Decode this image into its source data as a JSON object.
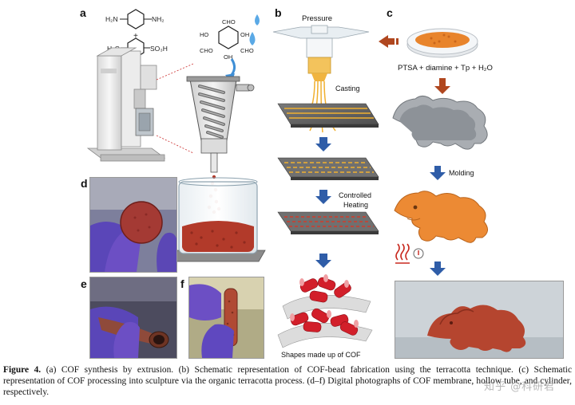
{
  "panels": {
    "a": "a",
    "b": "b",
    "c": "c",
    "d": "d",
    "e": "e",
    "f": "f"
  },
  "chem": {
    "amine_left": "H₂N",
    "amine_right": "NH₂",
    "plus": "+",
    "methyl": "H₃C",
    "sulfonic": "SO₃H",
    "cho": "CHO",
    "oh": "HO",
    "oh2": "OH"
  },
  "panel_b": {
    "pressure": "Pressure",
    "casting": "Casting",
    "controlled": "Controlled",
    "heating": "Heating",
    "shapes": "Shapes made up of COF"
  },
  "panel_c": {
    "reagents": "PTSA + diamine + Tp + H₂O",
    "molding": "Molding"
  },
  "caption": {
    "label": "Figure 4.",
    "text": "(a) COF synthesis by extrusion. (b) Schematic representation of COF-bead fabrication using the terracotta technique. (c) Schematic representation of COF processing into sculpture via the organic terracotta process. (d–f) Digital photographs of COF membrane, hollow tube, and cylinder, respectively."
  },
  "watermark": "知乎 @科研君",
  "colors": {
    "terracotta": "#b23a2a",
    "orange": "#ec8a34",
    "arrow_blue": "#2f5da8",
    "arrow_brown": "#b0471f",
    "heat_red": "#c8281e",
    "gray_plate": "#6b6b6b",
    "glove": "#6c4fc4"
  }
}
